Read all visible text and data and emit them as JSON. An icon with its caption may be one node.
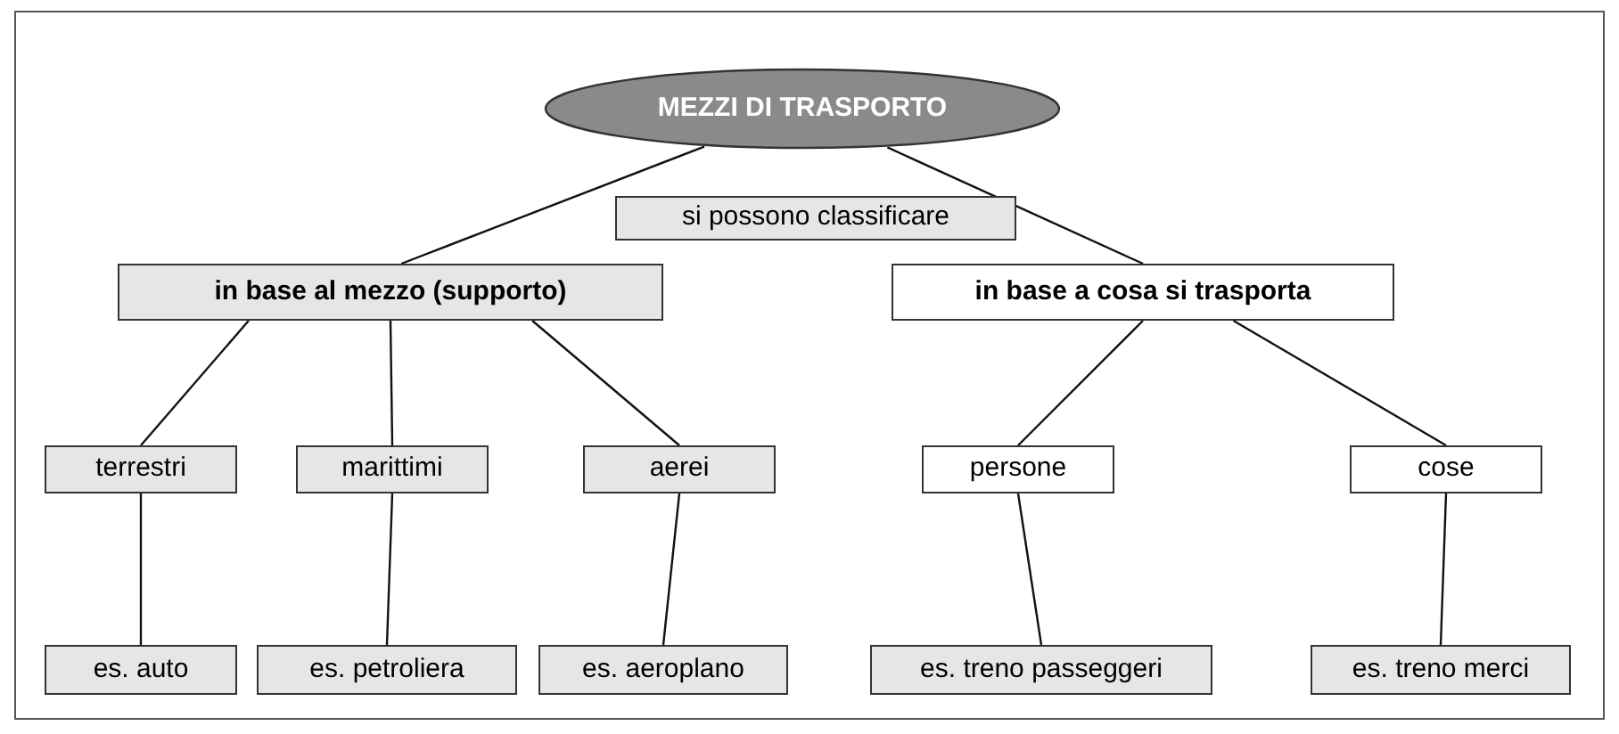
{
  "diagram": {
    "nodes": [
      {
        "text": [
          "MEZZI DI TRASPORTO"
        ]
      },
      {
        "text": [
          "si possono classificare"
        ]
      },
      {
        "text": [
          "in base al mezzo (supporto)"
        ]
      },
      {
        "text": [
          "in base a cosa si trasporta"
        ]
      },
      {
        "text": [
          "terrestri"
        ]
      },
      {
        "text": [
          "marittimi"
        ]
      },
      {
        "text": [
          "aerei"
        ]
      },
      {
        "text": [
          "persone"
        ]
      },
      {
        "text": [
          "cose"
        ]
      },
      {
        "text": [
          "es. auto"
        ]
      },
      {
        "text": [
          "es. petroliera"
        ]
      },
      {
        "text": [
          "es. aeroplano"
        ]
      },
      {
        "text": [
          "es. treno passeggeri"
        ]
      },
      {
        "text": [
          "es. treno merci"
        ]
      }
    ],
    "edges": [
      {
        "from": 0,
        "to": 2,
        "arrow": "none"
      },
      {
        "from": 0,
        "to": 3,
        "arrow": "none"
      },
      {
        "from": 2,
        "to": 4,
        "arrow": "none"
      },
      {
        "from": 2,
        "to": 5,
        "arrow": "none"
      },
      {
        "from": 2,
        "to": 6,
        "arrow": "none"
      },
      {
        "from": 3,
        "to": 7,
        "arrow": "none"
      },
      {
        "from": 3,
        "to": 8,
        "arrow": "none"
      },
      {
        "from": 4,
        "to": 9,
        "arrow": "none"
      },
      {
        "from": 5,
        "to": 10,
        "arrow": "none"
      },
      {
        "from": 6,
        "to": 11,
        "arrow": "none"
      },
      {
        "from": 7,
        "to": 12,
        "arrow": "none"
      },
      {
        "from": 8,
        "to": 13,
        "arrow": "none"
      }
    ]
  }
}
